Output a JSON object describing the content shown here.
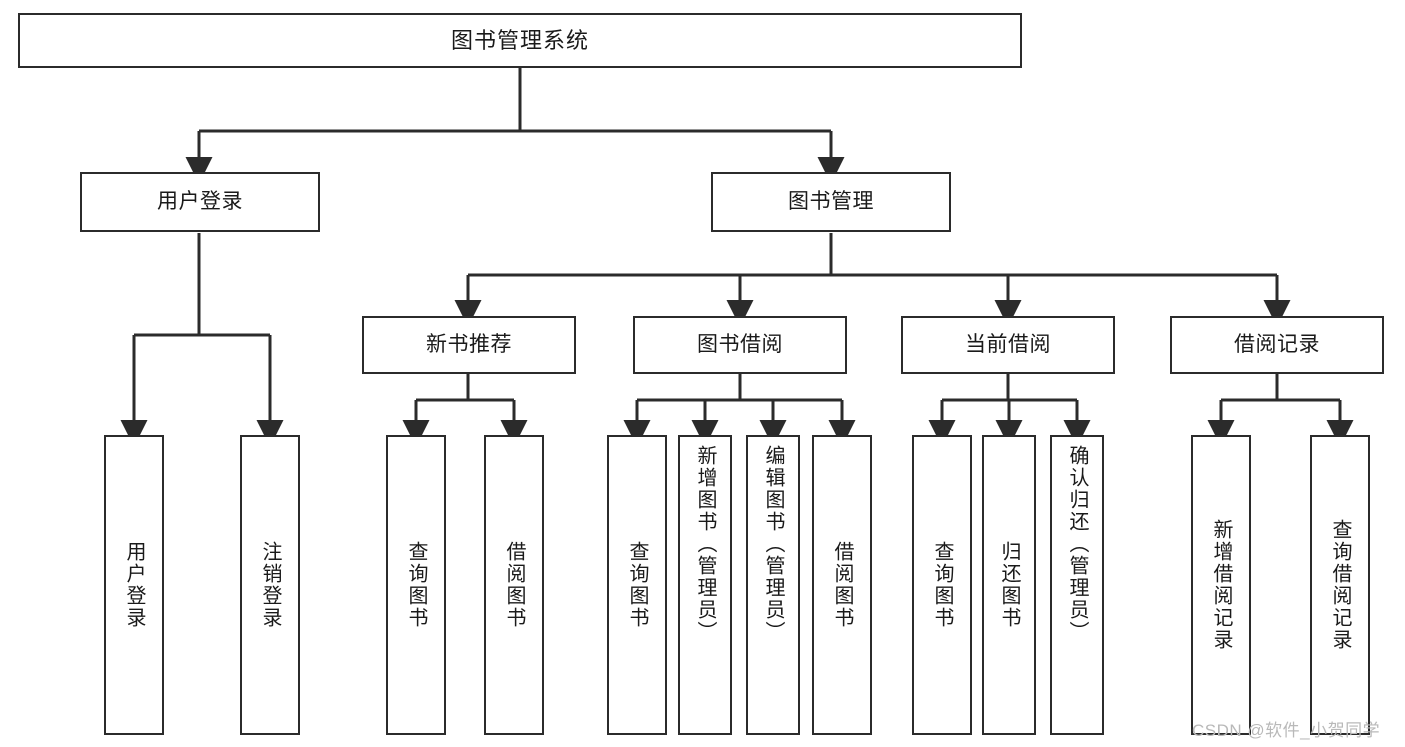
{
  "diagram": {
    "type": "tree-hierarchy-chart",
    "title": "图书管理系统",
    "colors": {
      "stroke": "#2b2b2b",
      "fill": "#ffffff",
      "text": "#1a1a1a",
      "watermark": "#b9b9b9"
    },
    "root": {
      "label": "图书管理系统"
    },
    "level2": [
      {
        "label": "用户登录"
      },
      {
        "label": "图书管理"
      }
    ],
    "level3": [
      {
        "label": "新书推荐"
      },
      {
        "label": "图书借阅"
      },
      {
        "label": "当前借阅"
      },
      {
        "label": "借阅记录"
      }
    ],
    "leaves": {
      "user_login": [
        {
          "label": "用户登录"
        },
        {
          "label": "注销登录"
        }
      ],
      "new_book_recommend": [
        {
          "label": "查询图书"
        },
        {
          "label": "借阅图书"
        }
      ],
      "book_borrow": [
        {
          "label": "查询图书"
        },
        {
          "label": "新增图书（管理员）"
        },
        {
          "label": "编辑图书（管理员）"
        },
        {
          "label": "借阅图书"
        }
      ],
      "current_borrow": [
        {
          "label": "查询图书"
        },
        {
          "label": "归还图书"
        },
        {
          "label": "确认归还（管理员）"
        }
      ],
      "borrow_record": [
        {
          "label": "新增借阅记录"
        },
        {
          "label": "查询借阅记录"
        }
      ]
    }
  },
  "watermark": {
    "text": "CSDN @软件_小贺同学"
  }
}
